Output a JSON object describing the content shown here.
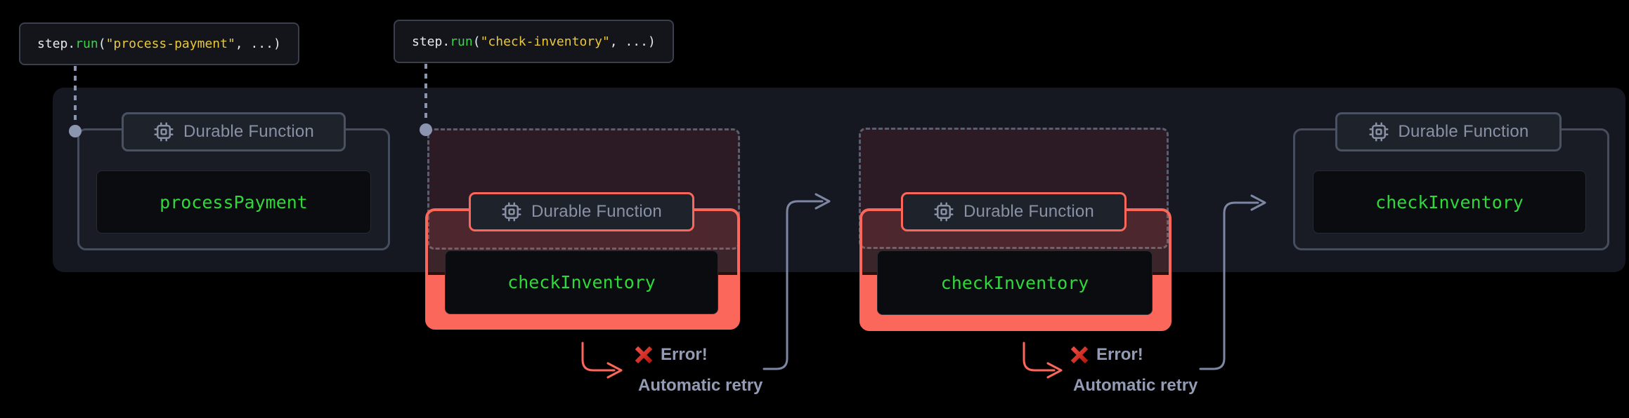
{
  "snippets": [
    {
      "object": "step",
      "dot": ".",
      "method": "run",
      "open": "(",
      "arg": "\"process-payment\"",
      "rest": ", ...)"
    },
    {
      "object": "step",
      "dot": ".",
      "method": "run",
      "open": "(",
      "arg": "\"check-inventory\"",
      "rest": ", ...)"
    }
  ],
  "cards": [
    {
      "badge": "Durable Function",
      "fn": "processPayment",
      "state": "success"
    },
    {
      "badge": "Durable Function",
      "fn": "checkInventory",
      "state": "failed-attempt-1"
    },
    {
      "badge": "Durable Function",
      "fn": "checkInventory",
      "state": "failed-attempt-2"
    },
    {
      "badge": "Durable Function",
      "fn": "checkInventory",
      "state": "success"
    }
  ],
  "errors": [
    {
      "title": "Error!",
      "subtitle": "Automatic retry"
    },
    {
      "title": "Error!",
      "subtitle": "Automatic retry"
    }
  ],
  "icons": {
    "badge": "cpu-chip-icon",
    "error": "red-cross-icon",
    "flow": "arrow-right-chevron",
    "step_start": "step-start-dot"
  },
  "colors": {
    "accent_red": "#fb675a",
    "fn_green": "#30d83a",
    "code_green": "#3ed24b",
    "code_yellow": "#e9c83e",
    "code_plain": "#e7e9ee",
    "label_gray": "#949cb4",
    "badge_gray": "#8a91a6",
    "connector": "#7d86a2",
    "dot": "#8c95b0"
  }
}
